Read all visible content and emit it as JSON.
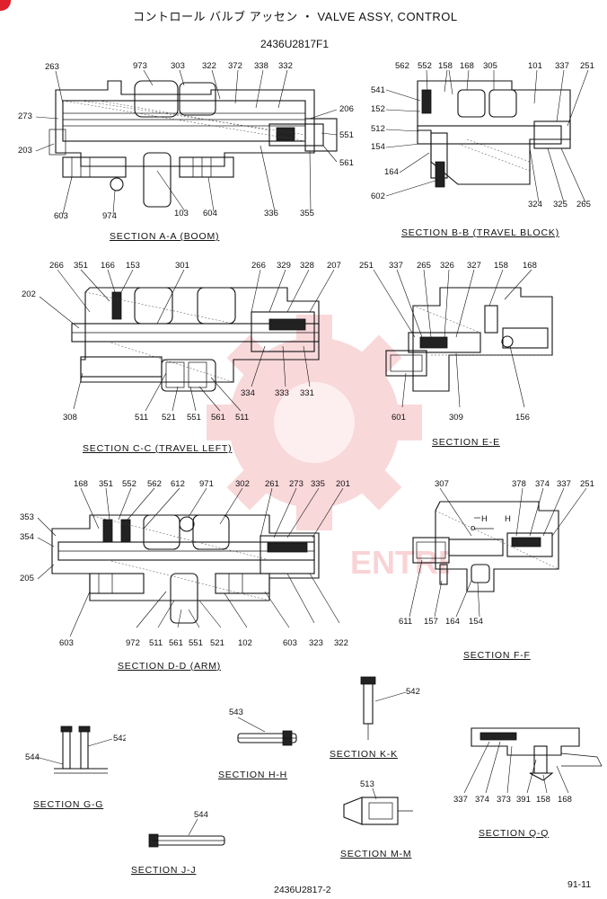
{
  "header": {
    "title": "コントロール バルブ アッセン ・ VALVE ASSY, CONTROL",
    "drawing_code": "2436U2817F1"
  },
  "watermark": {
    "text": "ENTREX",
    "color": "#e8525c"
  },
  "sections": [
    {
      "id": "aa",
      "title": "SECTION A-A (BOOM)",
      "labels": [
        "263",
        "973",
        "303",
        "322",
        "372",
        "338",
        "332",
        "273",
        "206",
        "203",
        "551",
        "561",
        "603",
        "974",
        "103",
        "604",
        "336",
        "355"
      ]
    },
    {
      "id": "bb",
      "title": "SECTION B-B (TRAVEL BLOCK)",
      "labels": [
        "562",
        "552",
        "158",
        "168",
        "305",
        "101",
        "337",
        "251",
        "541",
        "152",
        "512",
        "154",
        "164",
        "602",
        "324",
        "325",
        "265"
      ]
    },
    {
      "id": "cc",
      "title": "SECTION C-C (TRAVEL LEFT)",
      "labels": [
        "266",
        "351",
        "166",
        "153",
        "301",
        "266",
        "329",
        "328",
        "207",
        "202",
        "308",
        "511",
        "521",
        "551",
        "561",
        "511",
        "334",
        "333",
        "331"
      ]
    },
    {
      "id": "ee",
      "title": "SECTION E-E",
      "labels": [
        "251",
        "337",
        "265",
        "326",
        "327",
        "158",
        "168",
        "601",
        "309",
        "156"
      ]
    },
    {
      "id": "dd",
      "title": "SECTION D-D (ARM)",
      "labels": [
        "168",
        "351",
        "552",
        "562",
        "612",
        "971",
        "302",
        "261",
        "273",
        "335",
        "201",
        "353",
        "354",
        "205",
        "603",
        "972",
        "511",
        "561",
        "551",
        "521",
        "102",
        "603",
        "323",
        "322"
      ]
    },
    {
      "id": "ff",
      "title": "SECTION F-F",
      "labels": [
        "307",
        "378",
        "374",
        "337",
        "251",
        "611",
        "157",
        "164",
        "154"
      ]
    },
    {
      "id": "gg",
      "title": "SECTION G-G",
      "labels": [
        "544",
        "542"
      ]
    },
    {
      "id": "hh",
      "title": "SECTION H-H",
      "labels": [
        "543"
      ]
    },
    {
      "id": "kk",
      "title": "SECTION K-K",
      "labels": [
        "542"
      ]
    },
    {
      "id": "jj",
      "title": "SECTION J-J",
      "labels": [
        "544"
      ]
    },
    {
      "id": "mm",
      "title": "SECTION M-M",
      "labels": [
        "513"
      ]
    },
    {
      "id": "qq",
      "title": "SECTION Q-Q",
      "labels": [
        "337",
        "374",
        "373",
        "391",
        "158",
        "168"
      ]
    }
  ],
  "footer": {
    "drawing_number": "2436U2817-2",
    "page": "91-11"
  }
}
